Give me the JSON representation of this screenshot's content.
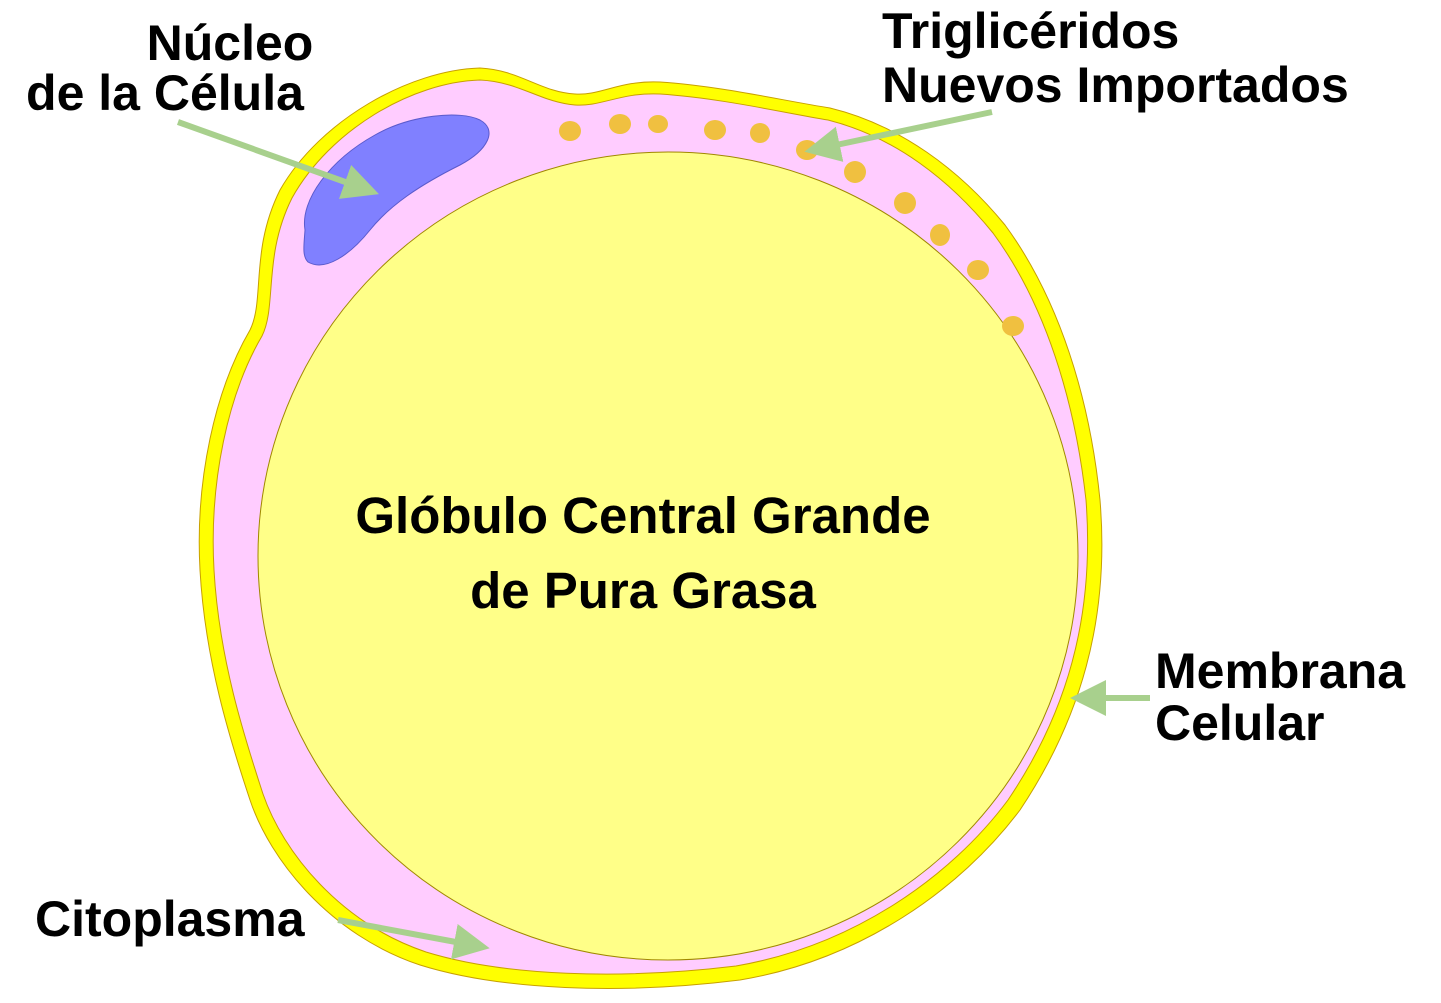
{
  "colors": {
    "membrane": "#ffff00",
    "cytoplasm": "#ffccff",
    "globule": "#ffff88",
    "nucleus": "#8080ff",
    "triglyceride_droplet": "#f0c040",
    "arrow": "#a8d08d",
    "outline": "#c8a000"
  },
  "labels": {
    "nucleus_line1": "Núcleo",
    "nucleus_line2": "de la Célula",
    "triglycerides_line1": "Triglicéridos",
    "triglycerides_line2": "Nuevos Importados",
    "globule_line1": "Glóbulo Central Grande",
    "globule_line2": "de Pura Grasa",
    "membrane_line1": "Membrana",
    "membrane_line2": "Celular",
    "cytoplasm": "Citoplasma"
  },
  "icons": {
    "arrow": "arrow-icon"
  }
}
